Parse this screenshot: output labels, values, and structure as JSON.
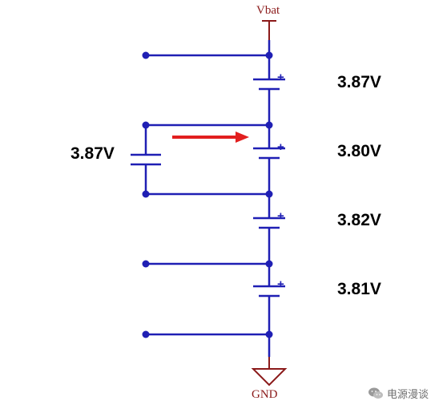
{
  "labels": {
    "vbat": "Vbat",
    "gnd": "GND"
  },
  "cell_voltages": [
    "3.87V",
    "3.80V",
    "3.82V",
    "3.81V"
  ],
  "flying_capacitor_voltage": "3.87V",
  "polarity_mark": "+",
  "watermark": {
    "text": "电源漫谈",
    "icon": "wechat-icon"
  },
  "colors": {
    "wire": "#1f1fb4",
    "net_label": "#8b1a1a",
    "arrow": "#e21f1f",
    "text": "#000000"
  },
  "icons": [
    "ground-symbol-icon",
    "battery-cell-icon",
    "capacitor-icon",
    "arrow-right-icon",
    "wechat-icon"
  ]
}
